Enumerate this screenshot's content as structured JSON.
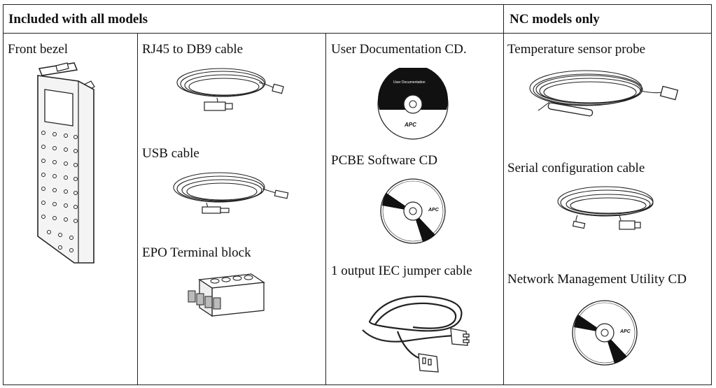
{
  "headers": {
    "all_models": "Included with all models",
    "nc_only": "NC models only"
  },
  "items": {
    "front_bezel": "Front bezel",
    "rj45_cable": "RJ45 to DB9 cable",
    "usb_cable": "USB cable",
    "epo_block": "EPO Terminal block",
    "user_doc_cd": "User Documentation CD.",
    "pcbe_cd": "PCBE Software CD",
    "iec_cable": "1 output IEC jumper cable",
    "temp_probe": "Temperature sensor probe",
    "serial_cable": "Serial configuration cable",
    "nmu_cd": "Network Management Utility CD"
  },
  "cd_text": {
    "user_doc": "User Documentation",
    "brand": "APC"
  }
}
